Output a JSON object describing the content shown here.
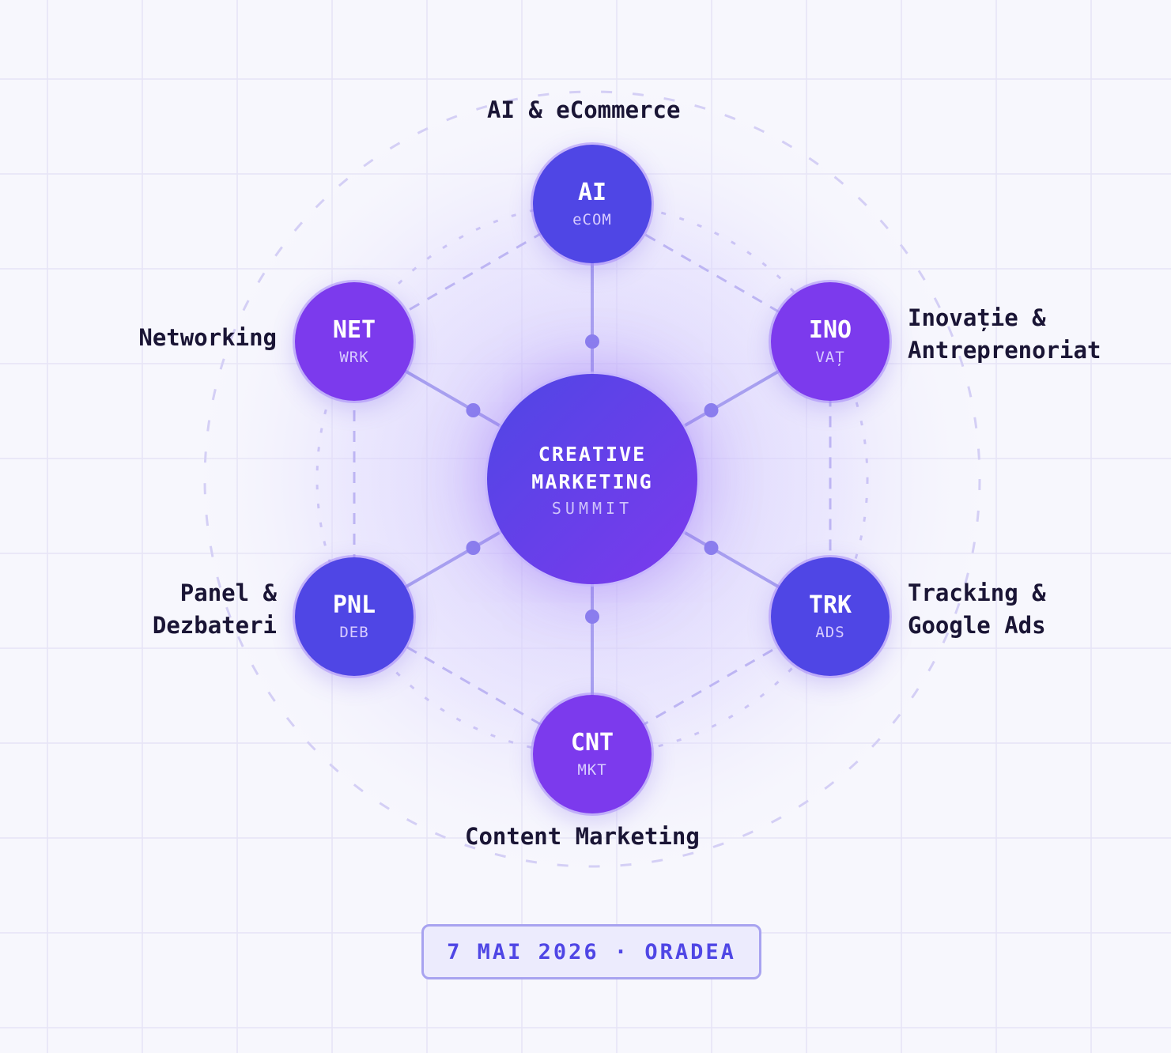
{
  "center": {
    "line1": "CREATIVE",
    "line2": "MARKETING",
    "line3": "SUMMIT"
  },
  "nodes": [
    {
      "code": "AI",
      "sub": "eCOM",
      "label": "AI & eCommerce",
      "color": "#4f46e5"
    },
    {
      "code": "INO",
      "sub": "VAȚ",
      "label1": "Inovație &",
      "label2": "Antreprenoriat",
      "color": "#7c3aed"
    },
    {
      "code": "TRK",
      "sub": "ADS",
      "label1": "Tracking &",
      "label2": "Google Ads",
      "color": "#4f46e5"
    },
    {
      "code": "CNT",
      "sub": "MKT",
      "label": "Content Marketing",
      "color": "#7c3aed"
    },
    {
      "code": "PNL",
      "sub": "DEB",
      "label1": "Panel &",
      "label2": "Dezbateri",
      "color": "#4f46e5"
    },
    {
      "code": "NET",
      "sub": "WRK",
      "label": "Networking",
      "color": "#7c3aed"
    }
  ],
  "footer": {
    "date": "7 MAI 2026 · ORADEA"
  }
}
